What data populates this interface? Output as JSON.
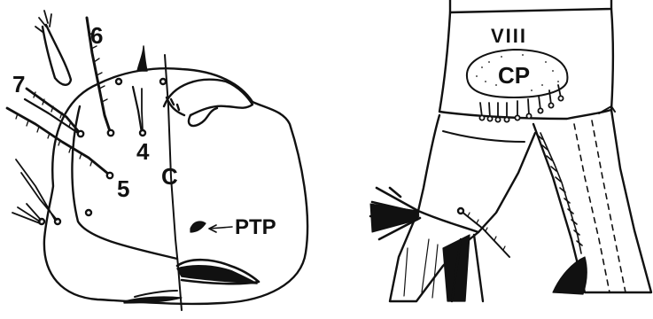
{
  "figure": {
    "left_panel": {
      "labels": {
        "seta_6": "6",
        "seta_7": "7",
        "seta_4": "4",
        "seta_5": "5",
        "region_c": "C",
        "ptp": "PTP"
      }
    },
    "right_panel": {
      "labels": {
        "segment": "VIII",
        "plate": "CP"
      }
    },
    "colors": {
      "ink": "#111111",
      "paper": "#ffffff"
    }
  }
}
